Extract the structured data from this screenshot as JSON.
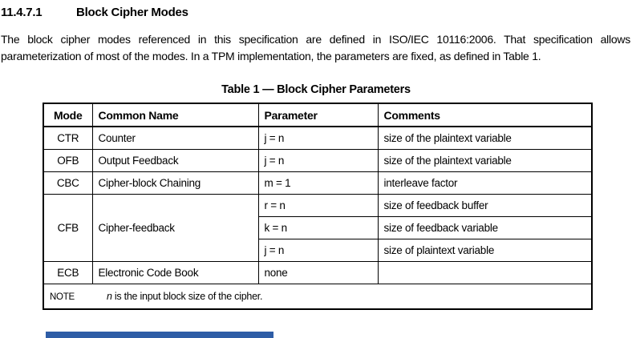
{
  "page": {
    "heading": {
      "number": "11.4.7.1",
      "title": "Block Cipher Modes"
    },
    "paragraph": "The block cipher modes referenced in this specification are defined in ISO/IEC 10116:2006. That specification allows parameterization of most of the modes. In a TPM implementation, the parameters are fixed, as defined in Table 1.",
    "table": {
      "caption": "Table 1 — Block Cipher Parameters",
      "columns": [
        "Mode",
        "Common Name",
        "Parameter",
        "Comments"
      ],
      "rows": [
        {
          "mode": "CTR",
          "common_name": "Counter",
          "parameter": "j = n",
          "comments": "size of the plaintext variable"
        },
        {
          "mode": "OFB",
          "common_name": "Output Feedback",
          "parameter": "j = n",
          "comments": "size of the plaintext variable"
        },
        {
          "mode": "CBC",
          "common_name": "Cipher-block Chaining",
          "parameter": "m = 1",
          "comments": "interleave factor"
        },
        {
          "mode": "CFB",
          "common_name": "Cipher-feedback",
          "parameter": "r = n",
          "comments": "size of feedback buffer"
        },
        {
          "mode": "CFB",
          "common_name": "Cipher-feedback",
          "parameter": "k = n",
          "comments": "size of feedback variable"
        },
        {
          "mode": "CFB",
          "common_name": "Cipher-feedback",
          "parameter": "j = n",
          "comments": "size of plaintext variable"
        },
        {
          "mode": "ECB",
          "common_name": "Electronic Code Book",
          "parameter": "none",
          "comments": ""
        }
      ],
      "note": {
        "label": "NOTE",
        "var": "n",
        "text": " is the input block size of the cipher."
      }
    },
    "colors": {
      "text": "#000000",
      "background": "#ffffff",
      "table_border": "#000000",
      "accent_bar": "#2e5da6"
    }
  }
}
